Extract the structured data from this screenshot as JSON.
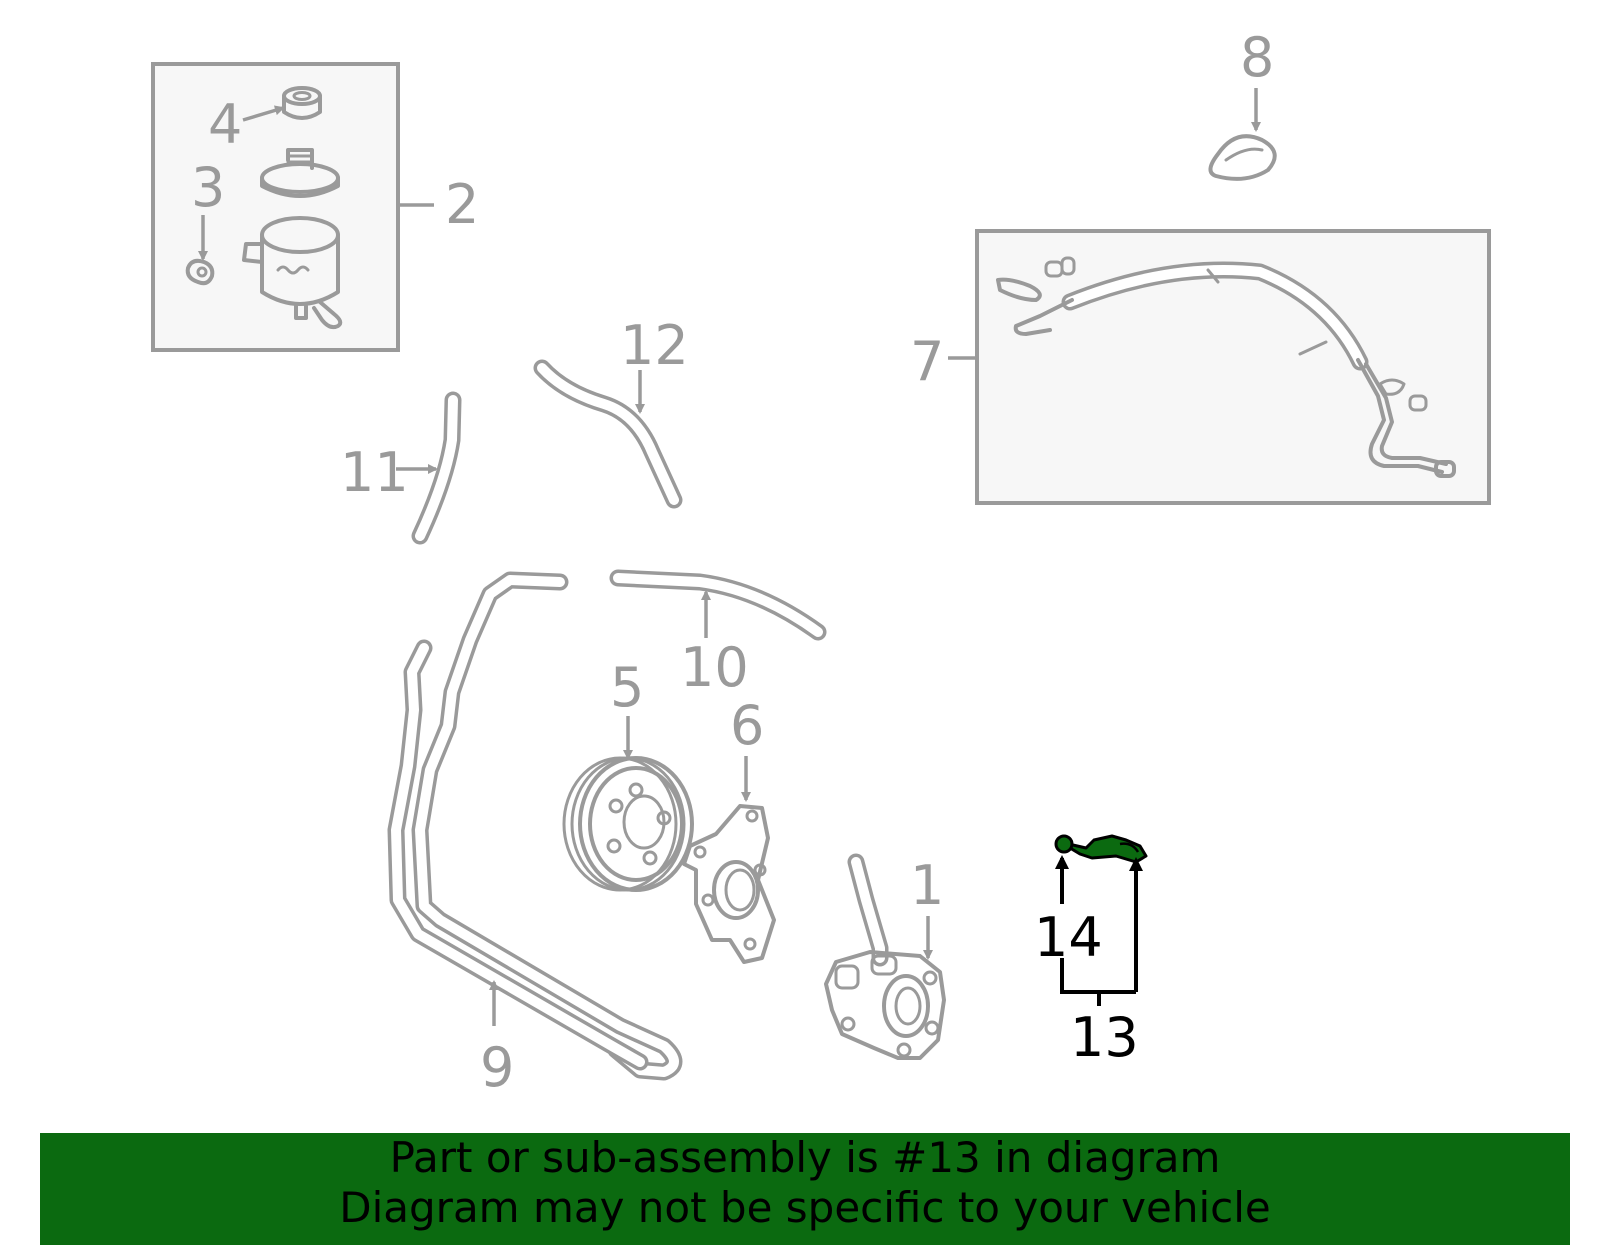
{
  "callouts": {
    "c1": "1",
    "c2": "2",
    "c3": "3",
    "c4": "4",
    "c5": "5",
    "c6": "6",
    "c7": "7",
    "c8": "8",
    "c9": "9",
    "c10": "10",
    "c11": "11",
    "c12": "12",
    "c13": "13",
    "c14": "14"
  },
  "highlight": {
    "part": "13",
    "color": "#0b6a10"
  },
  "banner": {
    "line1": "Part or sub-assembly is #13 in diagram",
    "line2": "Diagram may not be specific to your vehicle",
    "background": "#0b6a10"
  }
}
